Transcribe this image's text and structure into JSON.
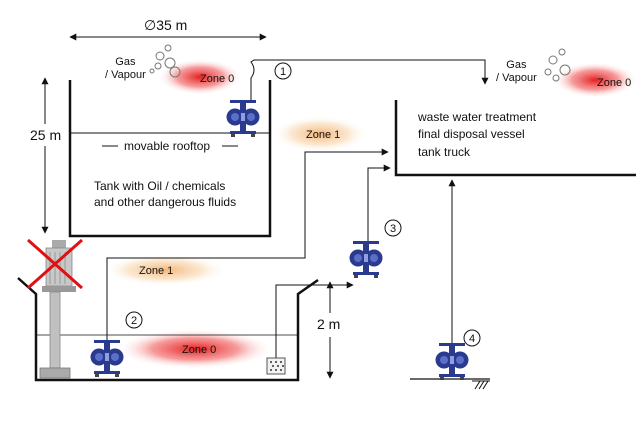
{
  "colors": {
    "line": "#111111",
    "zone0_glow": "#e31414",
    "zone1_glow": "#f0a050",
    "pump_body": "#2a3a8e",
    "pump_light": "#5b6fc8",
    "cross": "#e01010",
    "motor": "#c8c8c8"
  },
  "dimensions": {
    "diameter": "∅35 m",
    "tank_height": "25 m",
    "sump_depth": "2 m"
  },
  "tank": {
    "rooftop_label": "movable rooftop",
    "contents_line1": "Tank with Oil / chemicals",
    "contents_line2": "and other dangerous fluids"
  },
  "gas": {
    "left": "Gas\n/ Vapour",
    "right": "Gas\n/ Vapour"
  },
  "zones": {
    "zone0_top": "Zone 0",
    "zone0_right": "Zone 0",
    "zone1_top": "Zone 1",
    "zone1_mid": "Zone 1",
    "zone0_sump": "Zone 0"
  },
  "destination": {
    "line1": "waste water treatment",
    "line2": "final disposal vessel",
    "line3": "tank truck"
  },
  "markers": [
    "1",
    "2",
    "3",
    "4"
  ],
  "icons": [
    "diaphragm-pump-icon",
    "crossed-out-centrifugal-pump-icon",
    "strainer-icon",
    "ground-hatch-icon",
    "bubble-icon"
  ]
}
